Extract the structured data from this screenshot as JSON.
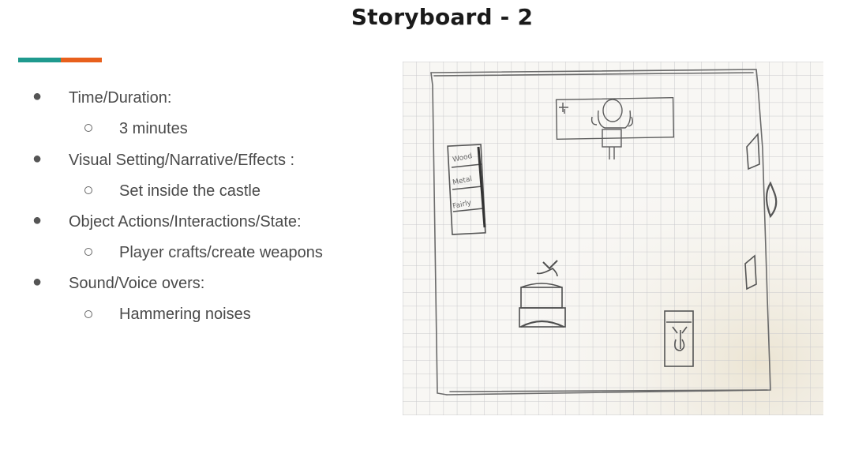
{
  "slide": {
    "title": "Storyboard - 2",
    "accent_colors": [
      "#1f9a8e",
      "#e8601c"
    ]
  },
  "bullets": [
    {
      "label": "Time/Duration:",
      "sub": "3 minutes"
    },
    {
      "label": "Visual Setting/Narrative/Effects :",
      "sub": "Set inside the castle"
    },
    {
      "label": "Object Actions/Interactions/State:",
      "sub": "Player crafts/create weapons"
    },
    {
      "label": "Sound/Voice overs:",
      "sub": "Hammering noises"
    }
  ],
  "sketch": {
    "shelf_labels": [
      "Wood",
      "Metal",
      "Fairly"
    ]
  }
}
